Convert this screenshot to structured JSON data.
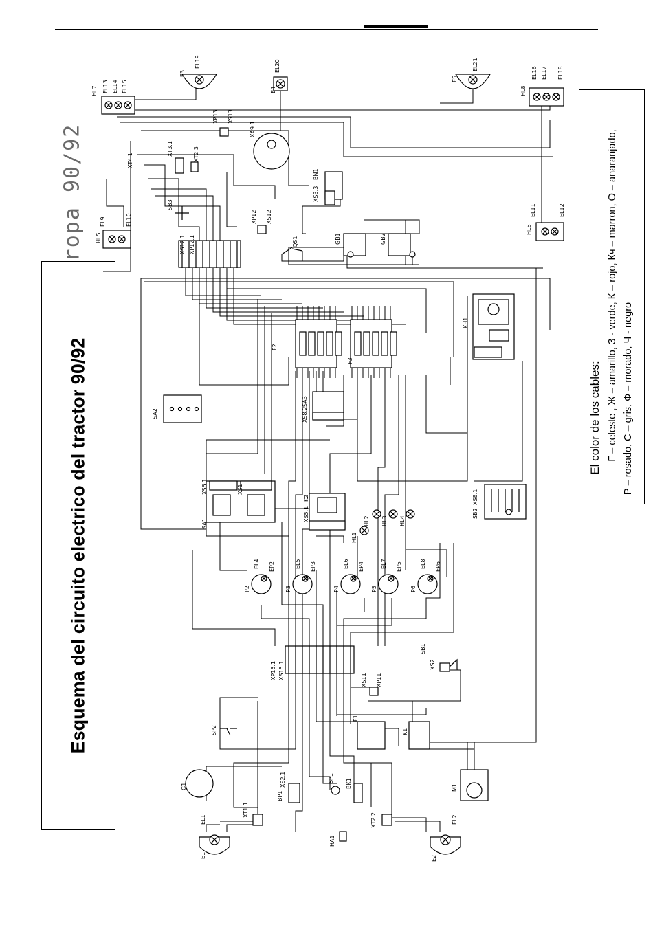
{
  "page": {
    "title": "Esquema del circuito electrico del tractor 90/92",
    "side_text": "ropa 90/92"
  },
  "legend": {
    "heading": "El color de los cables:",
    "line1": "Г – celeste , Ж – amarillo, З - verde, К – rojo, Кч – marron, О – anaranjado,",
    "line2": "Р – rosado, С – gris, Ф – morado, Ч - negro"
  },
  "components": [
    {
      "id": "HL7",
      "label": "HL7"
    },
    {
      "id": "EL13",
      "label": "EL13"
    },
    {
      "id": "EL14",
      "label": "EL14"
    },
    {
      "id": "EL15",
      "label": "EL15"
    },
    {
      "id": "E3",
      "label": "E3"
    },
    {
      "id": "EL19",
      "label": "EL19"
    },
    {
      "id": "E4",
      "label": "E4"
    },
    {
      "id": "EL20",
      "label": "EL20"
    },
    {
      "id": "E5",
      "label": "E5"
    },
    {
      "id": "EL21",
      "label": "EL21"
    },
    {
      "id": "HL8",
      "label": "HL8"
    },
    {
      "id": "EL16",
      "label": "EL16"
    },
    {
      "id": "EL17",
      "label": "EL17"
    },
    {
      "id": "EL18",
      "label": "EL18"
    },
    {
      "id": "XP13",
      "label": "XP13"
    },
    {
      "id": "XS13",
      "label": "XS13"
    },
    {
      "id": "XA91",
      "label": "XA9.1"
    },
    {
      "id": "XT31",
      "label": "XT3.1"
    },
    {
      "id": "XT23",
      "label": "XT2.3"
    },
    {
      "id": "XT41",
      "label": "XT4.1"
    },
    {
      "id": "BN1",
      "label": "BN1"
    },
    {
      "id": "XS33",
      "label": "XS3.3"
    },
    {
      "id": "SB3",
      "label": "SB3"
    },
    {
      "id": "HL5",
      "label": "HL5"
    },
    {
      "id": "EL9",
      "label": "EL9"
    },
    {
      "id": "EL10",
      "label": "EL10"
    },
    {
      "id": "HL6",
      "label": "HL6"
    },
    {
      "id": "EL11",
      "label": "EL11"
    },
    {
      "id": "EL12",
      "label": "EL12"
    },
    {
      "id": "XS121",
      "label": "XS12.1"
    },
    {
      "id": "XP121",
      "label": "XP12.1"
    },
    {
      "id": "XP12",
      "label": "XP12"
    },
    {
      "id": "XS12",
      "label": "XS12"
    },
    {
      "id": "QS1",
      "label": "QS1"
    },
    {
      "id": "GB1",
      "label": "GB1"
    },
    {
      "id": "GB2",
      "label": "GB2"
    },
    {
      "id": "F2",
      "label": "F2"
    },
    {
      "id": "F3",
      "label": "F3"
    },
    {
      "id": "KH1",
      "label": "KH1"
    },
    {
      "id": "SA2",
      "label": "SA2"
    },
    {
      "id": "SA3",
      "label": "SA3"
    },
    {
      "id": "XS82",
      "label": "XS8.2"
    },
    {
      "id": "XS61",
      "label": "XS6.1"
    },
    {
      "id": "XS1",
      "label": "XS1"
    },
    {
      "id": "SA1",
      "label": "SA1"
    },
    {
      "id": "K2",
      "label": "K2"
    },
    {
      "id": "XS51",
      "label": "XS5.1"
    },
    {
      "id": "HL1",
      "label": "HL1"
    },
    {
      "id": "HL2",
      "label": "HL2"
    },
    {
      "id": "HL3",
      "label": "HL3"
    },
    {
      "id": "HL4",
      "label": "HL4"
    },
    {
      "id": "XS81",
      "label": "XS8.1"
    },
    {
      "id": "SB2",
      "label": "SB2"
    },
    {
      "id": "EL4",
      "label": "EL4"
    },
    {
      "id": "EP2",
      "label": "EP2"
    },
    {
      "id": "P2",
      "label": "P2"
    },
    {
      "id": "EL5",
      "label": "EL5"
    },
    {
      "id": "EP3",
      "label": "EP3"
    },
    {
      "id": "P3",
      "label": "P3"
    },
    {
      "id": "EL6",
      "label": "EL6"
    },
    {
      "id": "EP4",
      "label": "EP4"
    },
    {
      "id": "P4",
      "label": "P4"
    },
    {
      "id": "EL7",
      "label": "EL7"
    },
    {
      "id": "EP5",
      "label": "EP5"
    },
    {
      "id": "P5",
      "label": "P5"
    },
    {
      "id": "EL8",
      "label": "EL8"
    },
    {
      "id": "EP6",
      "label": "EP6"
    },
    {
      "id": "P6",
      "label": "P6"
    },
    {
      "id": "XP151",
      "label": "XP15.1"
    },
    {
      "id": "XS151",
      "label": "XS15.1"
    },
    {
      "id": "SB1",
      "label": "SB1"
    },
    {
      "id": "XS2",
      "label": "XS2"
    },
    {
      "id": "XS11",
      "label": "XS11"
    },
    {
      "id": "XP11",
      "label": "XP11"
    },
    {
      "id": "SP2",
      "label": "SP2"
    },
    {
      "id": "F1",
      "label": "F1"
    },
    {
      "id": "K1",
      "label": "K1"
    },
    {
      "id": "G1",
      "label": "G1"
    },
    {
      "id": "XS21",
      "label": "XS2.1"
    },
    {
      "id": "BP1",
      "label": "BP1"
    },
    {
      "id": "SP1",
      "label": "SP1"
    },
    {
      "id": "BK1",
      "label": "BK1"
    },
    {
      "id": "M1",
      "label": "M1"
    },
    {
      "id": "EL1",
      "label": "EL1"
    },
    {
      "id": "E1",
      "label": "E1"
    },
    {
      "id": "XT11",
      "label": "XT1.1"
    },
    {
      "id": "HA1",
      "label": "HA1"
    },
    {
      "id": "XT22",
      "label": "XT2.2"
    },
    {
      "id": "EL2",
      "label": "EL2"
    },
    {
      "id": "E2",
      "label": "E2"
    }
  ],
  "colors": {
    "ink": "#000000",
    "paper": "#ffffff",
    "side_text": "#6a6a6a"
  }
}
